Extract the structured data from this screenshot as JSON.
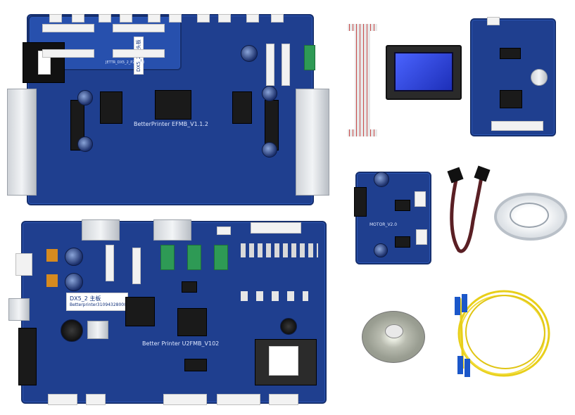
{
  "photo": {
    "background_color": "#ffffff",
    "pcb_color": "#1f3f8f"
  },
  "board_top": {
    "silkscreen": "BetterPrinter EFMB_V1.1.2",
    "sticker": "DX5_2 喷头板",
    "sub_board_label": "JETTR_DX5_2_P2_V1.0"
  },
  "board_main": {
    "silkscreen": "Better Printer U2FMB_V102",
    "sticker_title": "DX5_2   主板",
    "sticker_serial": "Betterprinter3109432800I"
  },
  "motor_board": {
    "silkscreen": "MOTOR_V2.0"
  }
}
